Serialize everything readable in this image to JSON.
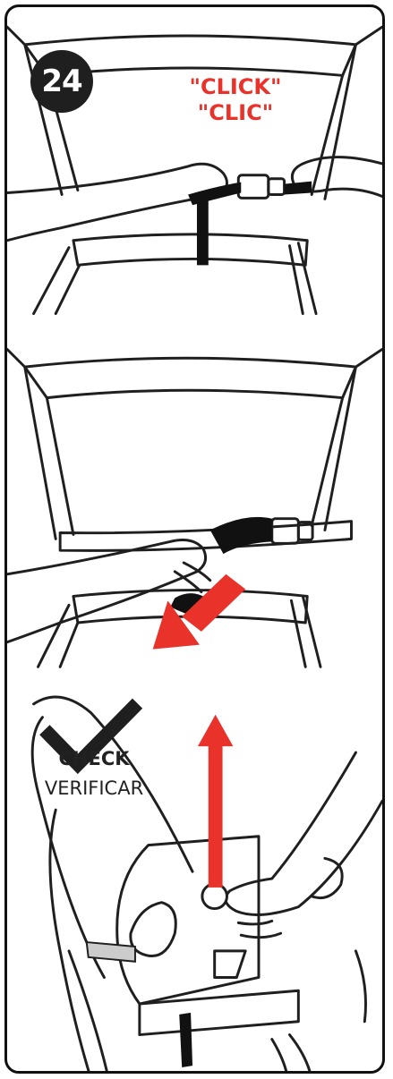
{
  "step": {
    "number": "24"
  },
  "sounds": {
    "en": "\"CLICK\"",
    "es": "\"CLIC\""
  },
  "check": {
    "en": "CHECK",
    "es": "VERIFICAR"
  },
  "colors": {
    "accent_red": "#e8322a",
    "ink": "#1f1f1f",
    "badge_bg": "#1f1f1f",
    "strap_gray": "#cccccc"
  }
}
